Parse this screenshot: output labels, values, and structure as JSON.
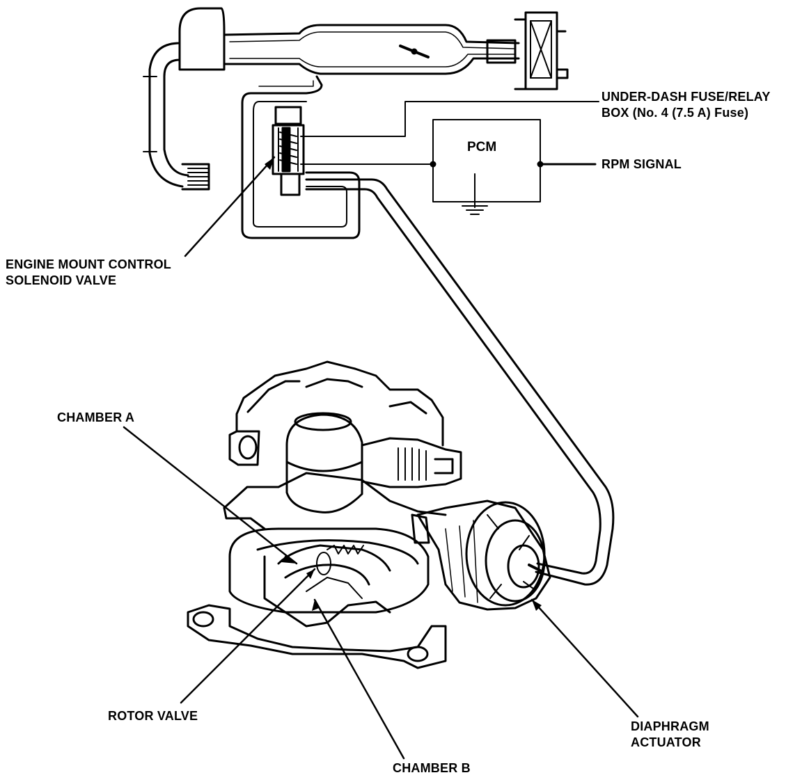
{
  "labels": {
    "fuse_box": [
      "UNDER-DASH FUSE/RELAY",
      "BOX (No. 4 (7.5 A) Fuse)"
    ],
    "pcm": "PCM",
    "rpm_signal": "RPM SIGNAL",
    "solenoid_valve": [
      "ENGINE MOUNT CONTROL",
      "SOLENOID VALVE"
    ],
    "chamber_a": "CHAMBER A",
    "rotor_valve": "ROTOR VALVE",
    "chamber_b": "CHAMBER B",
    "diaphragm_actuator": [
      "DIAPHRAGM",
      "ACTUATOR"
    ]
  },
  "colors": {
    "ink": "#000000",
    "paper": "#ffffff"
  }
}
